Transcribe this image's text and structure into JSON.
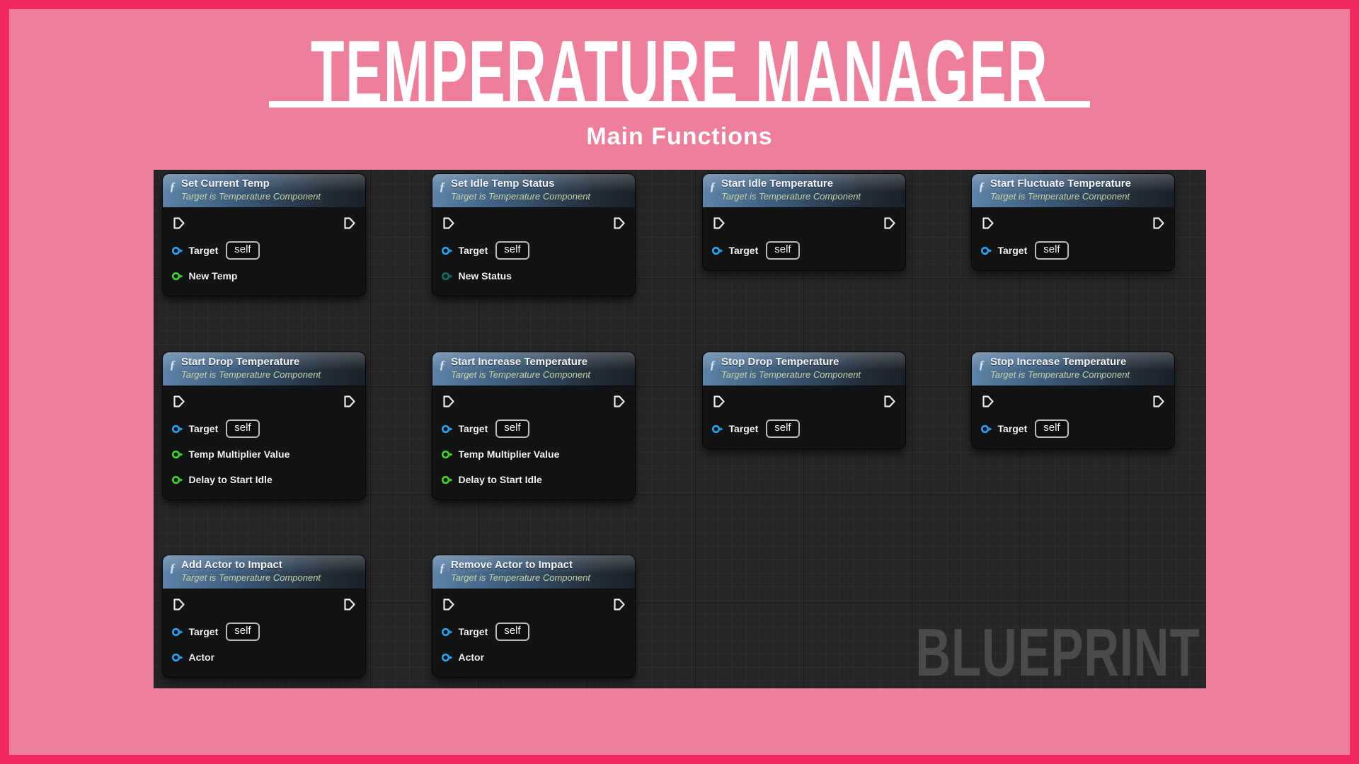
{
  "page": {
    "title": "TEMPERATURE MANAGER",
    "subtitle": "Main Functions",
    "colors": {
      "border_pink": "#f02a5f",
      "background_pink": "#ef7e9a",
      "canvas_background": "#262626",
      "node_header_blue": "#3d5d7d",
      "node_body": "#131313",
      "title_white": "#ffffff"
    }
  },
  "canvas": {
    "watermark": "BLUEPRINT",
    "function_icon": "ƒ",
    "node_subtitle": "Target is Temperature Component",
    "pin_colors": {
      "exec": "#e8e8e8",
      "object": "#2da2f0",
      "float": "#41d62c",
      "enum": "#136e60"
    },
    "layout": {
      "column_lefts": [
        12,
        393,
        775,
        1155
      ],
      "row_tops": [
        5,
        257,
        544
      ]
    },
    "nodes": [
      {
        "title": "Set Current Temp",
        "col": 0,
        "row": 0,
        "pins": [
          {
            "label": "Target",
            "type": "object",
            "value": "self"
          },
          {
            "label": "New Temp",
            "type": "float"
          }
        ]
      },
      {
        "title": "Set Idle Temp Status",
        "col": 1,
        "row": 0,
        "pins": [
          {
            "label": "Target",
            "type": "object",
            "value": "self"
          },
          {
            "label": "New Status",
            "type": "enum"
          }
        ]
      },
      {
        "title": "Start Idle Temperature",
        "col": 2,
        "row": 0,
        "pins": [
          {
            "label": "Target",
            "type": "object",
            "value": "self"
          }
        ]
      },
      {
        "title": "Start Fluctuate Temperature",
        "col": 3,
        "row": 0,
        "pins": [
          {
            "label": "Target",
            "type": "object",
            "value": "self"
          }
        ]
      },
      {
        "title": "Start Drop Temperature",
        "col": 0,
        "row": 1,
        "pins": [
          {
            "label": "Target",
            "type": "object",
            "value": "self"
          },
          {
            "label": "Temp Multiplier Value",
            "type": "float"
          },
          {
            "label": "Delay to Start Idle",
            "type": "float"
          }
        ]
      },
      {
        "title": "Start Increase Temperature",
        "col": 1,
        "row": 1,
        "pins": [
          {
            "label": "Target",
            "type": "object",
            "value": "self"
          },
          {
            "label": "Temp Multiplier Value",
            "type": "float"
          },
          {
            "label": "Delay to Start Idle",
            "type": "float"
          }
        ]
      },
      {
        "title": "Stop Drop Temperature",
        "col": 2,
        "row": 1,
        "pins": [
          {
            "label": "Target",
            "type": "object",
            "value": "self"
          }
        ]
      },
      {
        "title": "Stop Increase Temperature",
        "col": 3,
        "row": 1,
        "pins": [
          {
            "label": "Target",
            "type": "object",
            "value": "self"
          }
        ]
      },
      {
        "title": "Add Actor to Impact",
        "col": 0,
        "row": 2,
        "pins": [
          {
            "label": "Target",
            "type": "object",
            "value": "self"
          },
          {
            "label": "Actor",
            "type": "object"
          }
        ]
      },
      {
        "title": "Remove Actor to Impact",
        "col": 1,
        "row": 2,
        "pins": [
          {
            "label": "Target",
            "type": "object",
            "value": "self"
          },
          {
            "label": "Actor",
            "type": "object"
          }
        ]
      }
    ]
  }
}
